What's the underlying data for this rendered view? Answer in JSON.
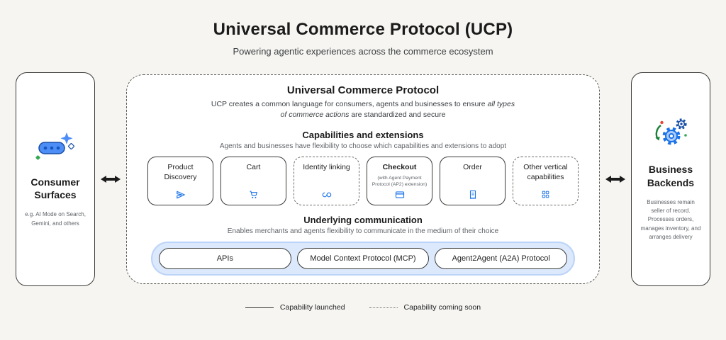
{
  "header": {
    "title": "Universal Commerce Protocol (UCP)",
    "subtitle": "Powering agentic experiences across the commerce ecosystem"
  },
  "consumer_panel": {
    "icon": "ai-chip-sparkle-icon",
    "title": "Consumer Surfaces",
    "caption": "e.g. AI Mode on Search, Gemini, and others"
  },
  "ucp_panel": {
    "title": "Universal Commerce Protocol",
    "description_pre": "UCP creates a common language for consumers, agents and businesses to ensure ",
    "description_em": "all types of commerce actions",
    "description_post": " are standardized and secure",
    "capabilities": {
      "title": "Capabilities and extensions",
      "subtitle": "Agents and businesses have flexibility to choose which capabilities and extensions to adopt",
      "cards": [
        {
          "label": "Product Discovery",
          "icon": "send-icon",
          "status": "launched"
        },
        {
          "label": "Cart",
          "icon": "cart-icon",
          "status": "launched"
        },
        {
          "label": "Identity linking",
          "icon": "link-icon",
          "status": "coming-soon"
        },
        {
          "label": "Checkout",
          "sublabel": "(with Agent Payment Protocol (AP2) extension)",
          "icon": "payment-card-icon",
          "status": "launched"
        },
        {
          "label": "Order",
          "icon": "receipt-icon",
          "status": "launched"
        },
        {
          "label": "Other vertical capabilities",
          "icon": "grid-icon",
          "status": "coming-soon"
        }
      ]
    },
    "communication": {
      "title": "Underlying communication",
      "subtitle": "Enables merchants and agents flexibility to communicate in the medium of their choice",
      "pills": [
        "APIs",
        "Model Context Protocol (MCP)",
        "Agent2Agent (A2A) Protocol"
      ]
    }
  },
  "business_panel": {
    "icon": "gears-sync-icon",
    "title": "Business Backends",
    "caption": "Businesses remain seller of record. Processes orders, manages inventory, and arranges delivery"
  },
  "legend": {
    "launched_label": "Capability launched",
    "coming_soon_label": "Capability coming soon"
  },
  "colors": {
    "accent_blue": "#1a73e8",
    "light_blue_bar_bg": "#dce8fc",
    "border_dark": "#3a3a37",
    "page_bg": "#f6f5f1"
  }
}
